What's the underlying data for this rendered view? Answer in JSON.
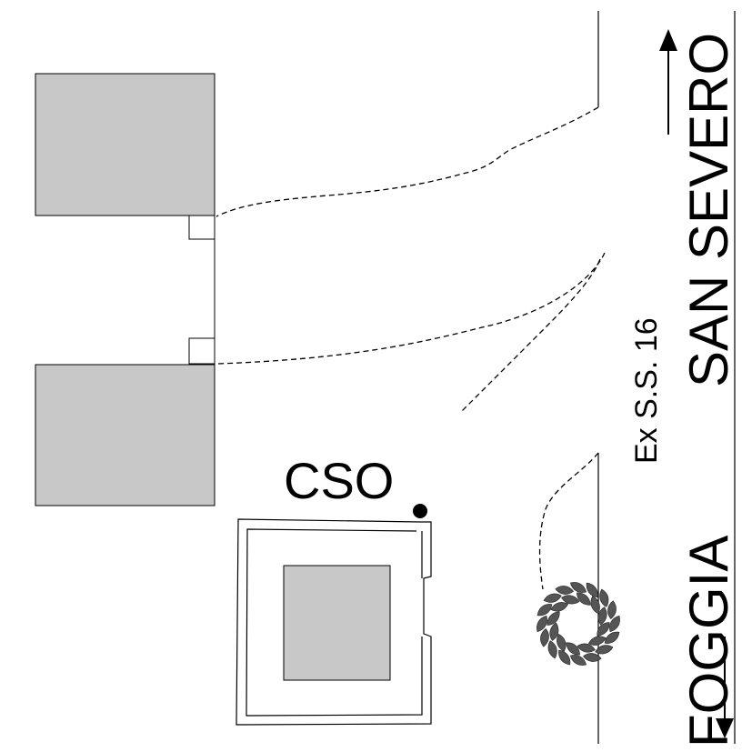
{
  "labels": {
    "cso": "CSO",
    "road": "Ex S.S. 16",
    "north_destination": "SAN SEVERO",
    "south_destination": "FOGGIA"
  },
  "colors": {
    "building_fill": "#c8c8c8",
    "line": "#000000",
    "tree_fill": "#555555"
  }
}
